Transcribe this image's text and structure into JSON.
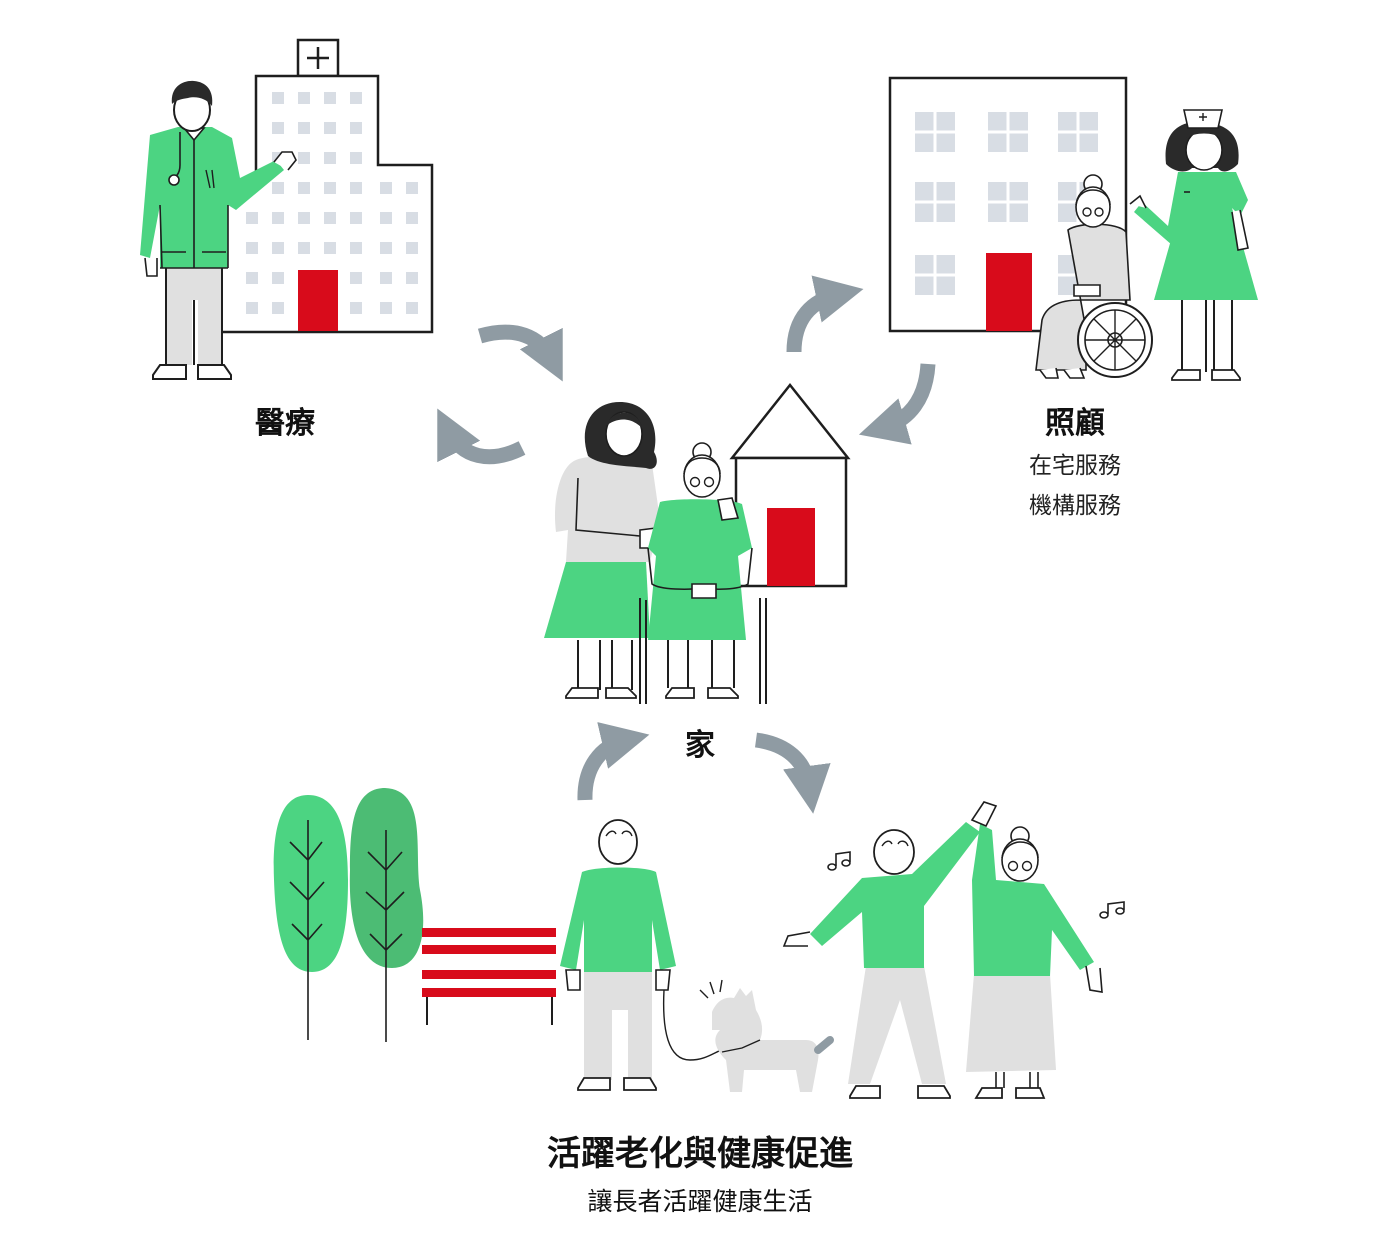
{
  "colors": {
    "green": "#4cd482",
    "dark_green": "#4cbc74",
    "red": "#d80b1b",
    "grey_fill": "#e0e0e0",
    "arrow": "#8f9ba3",
    "outline": "#1e1e1e",
    "window": "#d8dde4"
  },
  "icons": [
    "hospital-icon",
    "care-facility-icon",
    "house-icon",
    "doctor-icon",
    "nurse-icon",
    "wheelchair-icon",
    "trees-icon",
    "bench-icon",
    "dog-icon",
    "music-note-icon",
    "cycle-arrow-icon"
  ],
  "nodes": {
    "medical": {
      "title": "醫療"
    },
    "care": {
      "title": "照顧",
      "lines": [
        "在宅服務",
        "機構服務"
      ]
    },
    "home": {
      "title": "家"
    },
    "active": {
      "title": "活躍老化與健康促進",
      "subtitle": "讓長者活躍健康生活"
    }
  }
}
